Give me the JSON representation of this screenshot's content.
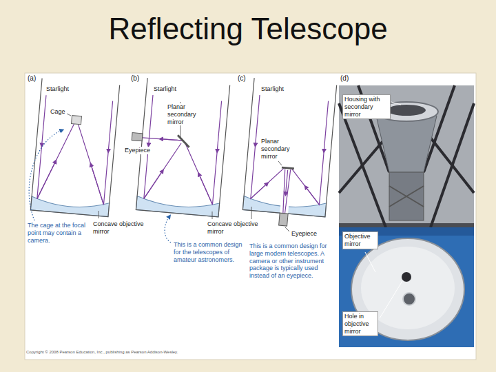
{
  "diagram": {
    "title": "Reflecting Telescope",
    "labels": [
      "(a)",
      "Starlight",
      "Cage",
      "Concave objective mirror",
      "The cage at the focal point may contain a camera.",
      "(b)",
      "Starlight",
      "Planar secondary mirror",
      "Eyepiece",
      "This is a common design for the telescopes of amateur astronomers.",
      "(c)",
      "Starlight",
      "Concave objective mirror",
      "Planar secondary mirror",
      "Eyepiece",
      "This is a common design for large modern telescopes. A camera or other instrument package is typically used instead of an eyepiece.",
      "(d)",
      "Housing with secondary mirror",
      "Objective mirror",
      "Hole in objective mirror",
      "Copyright © 2008 Pearson Education, Inc., publishing as Pearson Addison-Wesley."
    ]
  }
}
